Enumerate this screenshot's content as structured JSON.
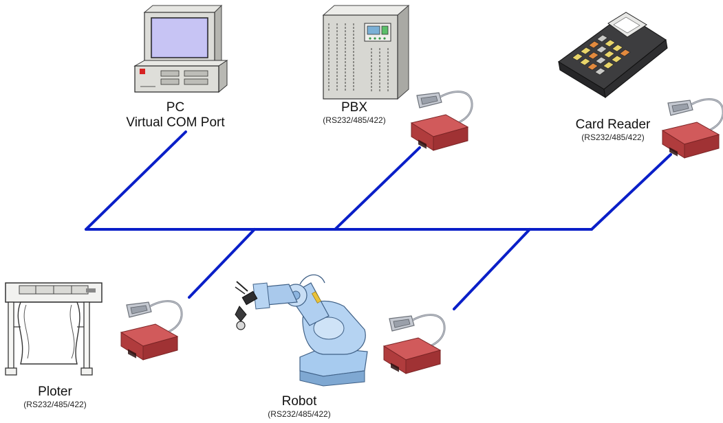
{
  "nodes": {
    "pc": {
      "title": "PC",
      "subtitle": "Virtual COM Port"
    },
    "pbx": {
      "title": "PBX",
      "subtitle": "(RS232/485/422)"
    },
    "card_reader": {
      "title": "Card Reader",
      "subtitle": "(RS232/485/422)"
    },
    "ploter": {
      "title": "Ploter",
      "subtitle": "(RS232/485/422)"
    },
    "robot": {
      "title": "Robot",
      "subtitle": "(RS232/485/422)"
    }
  },
  "colors": {
    "network_line": "#0a1fc8",
    "adapter_body": "#c8494a",
    "adapter_dark": "#8e2b2c",
    "connector": "#b8bcc4",
    "cable": "#8a8f99",
    "robot_blue": "#9cc3ec",
    "device_gray": "#dcdcd8"
  },
  "icons": [
    "desktop-pc-icon",
    "pbx-cabinet-icon",
    "card-reader-icon",
    "plotter-icon",
    "robot-arm-icon",
    "serial-adapter-icon"
  ]
}
